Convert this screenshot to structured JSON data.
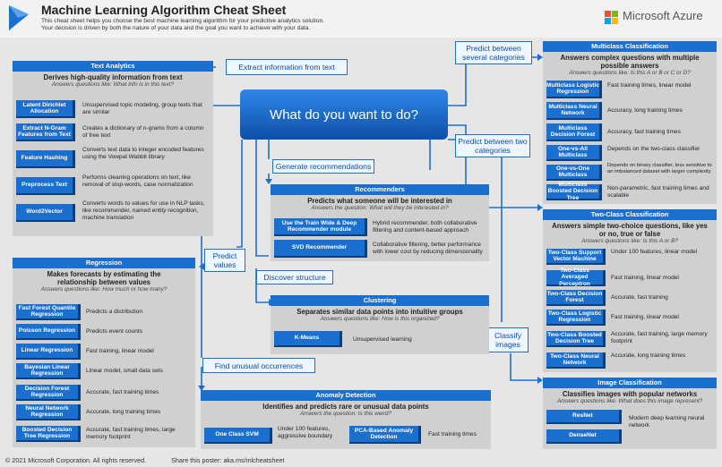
{
  "header": {
    "title": "Machine Learning Algorithm Cheat Sheet",
    "subtitle_1": "This cheat sheet helps you choose the best machine learning algorithm for your predictive analytics solution.",
    "subtitle_2": "Your decision is driven by both the nature of your data and the goal you want to achieve with your data.",
    "brand": "Microsoft Azure"
  },
  "center": {
    "question": "What do you want to do?"
  },
  "callouts": {
    "extract": "Extract information from text",
    "multiclass": "Predict between several categories",
    "twoclass": "Predict between two categories",
    "recommend": "Generate recommendations",
    "values": "Predict values",
    "structure": "Discover structure",
    "classify": "Classify images",
    "unusual": "Find unusual occurrences"
  },
  "text_analytics": {
    "header": "Text Analytics",
    "title": "Derives high-quality information from text",
    "question": "Answers questions like: What info is in this text?",
    "items": [
      {
        "name": "Latent Dirichlet Allocation",
        "desc": "Unsupervised topic modeling, group texts that are similar"
      },
      {
        "name": "Extract N-Gram Features from Text",
        "desc": "Creates a dictionary of n-grams from a column of free text"
      },
      {
        "name": "Feature Hashing",
        "desc": "Converts text data to integer encoded features using the Vowpal Wabbit library"
      },
      {
        "name": "Preprocess Text",
        "desc": "Performs cleaning operations on text, like removal of stop-words, case normalization"
      },
      {
        "name": "Word2Vector",
        "desc": "Converts words to values for use in NLP tasks, like recommender, named entity recognition, machine translation"
      }
    ]
  },
  "regression": {
    "header": "Regression",
    "title": "Makes forecasts by estimating the relationship between values",
    "question": "Answers questions like: How much or how many?",
    "items": [
      {
        "name": "Fast Forest Quantile Regression",
        "desc": "Predicts a distribution"
      },
      {
        "name": "Poisson Regression",
        "desc": "Predicts event counts"
      },
      {
        "name": "Linear Regression",
        "desc": "Fast training, linear model"
      },
      {
        "name": "Bayesian Linear Regression",
        "desc": "Linear model, small data sets"
      },
      {
        "name": "Decision Forest Regression",
        "desc": "Accurate, fast training times"
      },
      {
        "name": "Neural Network Regression",
        "desc": "Accurate, long training times"
      },
      {
        "name": "Boosted Decision Tree Regression",
        "desc": "Accurate, fast training times, large memory footprint"
      }
    ]
  },
  "recommenders": {
    "header": "Recommenders",
    "title": "Predicts what someone will be interested in",
    "question": "Answers the question: What will they be interested in?",
    "items": [
      {
        "name": "Use the Train Wide & Deep Recommender module",
        "desc": "Hybrid recommender, both collaborative filtering and content-based approach"
      },
      {
        "name": "SVD Recommender",
        "desc": "Collaborative filtering, better performance with lower cost by reducing dimensionality"
      }
    ]
  },
  "clustering": {
    "header": "Clustering",
    "title": "Separates similar data points into intuitive groups",
    "question": "Answers questions like: How is this organized?",
    "items": [
      {
        "name": "K-Means",
        "desc": "Unsupervised learning"
      }
    ]
  },
  "anomaly": {
    "header": "Anomaly Detection",
    "title": "Identifies and predicts rare or unusual data points",
    "question": "Answers the question: Is this weird?",
    "items": [
      {
        "name": "One Class SVM",
        "desc": "Under 100 features, aggressive boundary"
      },
      {
        "name": "PCA-Based Anomaly Detection",
        "desc": "Fast training times"
      }
    ]
  },
  "multiclass": {
    "header": "Multiclass Classification",
    "title": "Answers complex questions with multiple possible answers",
    "question": "Answers questions like: Is this A or B or C or D?",
    "items": [
      {
        "name": "Multiclass Logistic Regression",
        "desc": "Fast training times, linear model"
      },
      {
        "name": "Multiclass Neural Network",
        "desc": "Accuracy, long training times"
      },
      {
        "name": "Multiclass Decision Forest",
        "desc": "Accuracy, fast training times"
      },
      {
        "name": "One-vs-All Multiclass",
        "desc": "Depends on the two-class classifier"
      },
      {
        "name": "One-vs-One Multiclass",
        "desc": "Depends on binary classifier, less sensitive to an imbalanced dataset with larger complexity"
      },
      {
        "name": "Multiclass Boosted Decision Tree",
        "desc": "Non-parametric, fast training times and scalable"
      }
    ]
  },
  "twoclass": {
    "header": "Two-Class Classification",
    "title": "Answers simple two-choice questions, like yes or no, true or false",
    "question": "Answers questions like: Is this A or B?",
    "items": [
      {
        "name": "Two-Class Support Vector Machine",
        "desc": "Under 100 features, linear model"
      },
      {
        "name": "Two-Class Averaged Perceptron",
        "desc": "Fast training, linear model"
      },
      {
        "name": "Two-Class Decision Forest",
        "desc": "Accurate, fast training"
      },
      {
        "name": "Two-Class Logistic Regression",
        "desc": "Fast training, linear model"
      },
      {
        "name": "Two-Class Boosted Decision Tree",
        "desc": "Accurate, fast training, large memory footprint"
      },
      {
        "name": "Two-Class Neural Network",
        "desc": "Accurate, long training times"
      }
    ]
  },
  "image": {
    "header": "Image Classification",
    "title": "Classifies images with popular networks",
    "question": "Answers questions like: What does this image represent?",
    "items": [
      {
        "name": "ResNet",
        "desc": "Modern deep learning neural network"
      },
      {
        "name": "DenseNet",
        "desc": ""
      }
    ]
  },
  "footer": {
    "copyright": "© 2021 Microsoft Corporation. All rights reserved.",
    "share": "Share this poster: aka.ms/mlcheatsheet"
  }
}
